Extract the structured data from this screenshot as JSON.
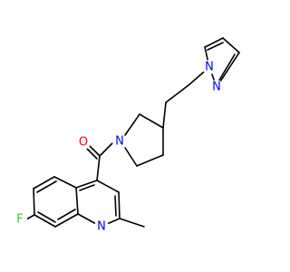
{
  "molecule": {
    "atoms": {
      "oxygen": {
        "label": "O",
        "color": "#ff0000"
      },
      "piperidine_nitrogen": {
        "label": "N",
        "color": "#0000ff"
      },
      "pyrazole_n1": {
        "label": "N",
        "color": "#0000ff"
      },
      "pyrazole_n2": {
        "label": "N",
        "color": "#0000ff"
      },
      "quinoline_nitrogen": {
        "label": "N",
        "color": "#0000ff"
      },
      "fluorine": {
        "label": "F",
        "color": "#33cc33"
      }
    },
    "bond_color": "#000000",
    "background": "#ffffff"
  }
}
